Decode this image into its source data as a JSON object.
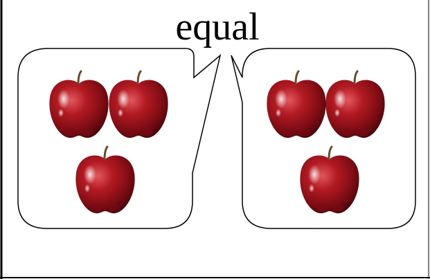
{
  "title": "equal",
  "groups": [
    {
      "label": "",
      "apple_count": 3
    },
    {
      "label": "",
      "apple_count": 3
    }
  ],
  "colors": {
    "apple_dark": "#5c0a10",
    "apple_mid": "#a0141c",
    "apple_light": "#d8434a",
    "stem": "#6b4a2b",
    "outline": "#000000",
    "background": "#ffffff"
  }
}
